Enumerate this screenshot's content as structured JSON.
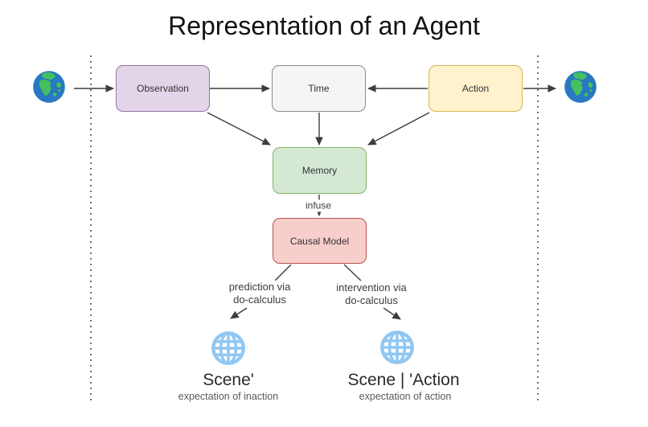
{
  "title": "Representation of an Agent",
  "nodes": {
    "observation": {
      "label": "Observation",
      "fill": "#e1d5e7",
      "stroke": "#9673a6"
    },
    "time": {
      "label": "Time",
      "fill": "#f5f5f5",
      "stroke": "#8a8a8a"
    },
    "action": {
      "label": "Action",
      "fill": "#fff2cc",
      "stroke": "#d6b656"
    },
    "memory": {
      "label": "Memory",
      "fill": "#d5e8d4",
      "stroke": "#82b366"
    },
    "causal_model": {
      "label": "Causal Model",
      "fill": "#f8cecc",
      "stroke": "#b85450"
    }
  },
  "edge_labels": {
    "infuse": "infuse",
    "prediction": "prediction via\ndo-calculus",
    "intervention": "intervention via\ndo-calculus"
  },
  "outputs": {
    "inaction": {
      "name": "Scene'",
      "caption": "expectation of inaction"
    },
    "action": {
      "name": "Scene | 'Action",
      "caption": "expectation of action"
    }
  },
  "icons": {
    "world_input": "earth-globe-emoji",
    "world_output": "earth-globe-emoji",
    "scene_globe": "wireframe-globe-icon"
  },
  "colors": {
    "arrow": "#3d3d3d",
    "boundary_dots": "#5c5c5c",
    "earth_ocean": "#2878c2",
    "earth_land": "#44c05e",
    "scene_globe_blue": "#90c7f3",
    "caption_text": "#595959"
  }
}
